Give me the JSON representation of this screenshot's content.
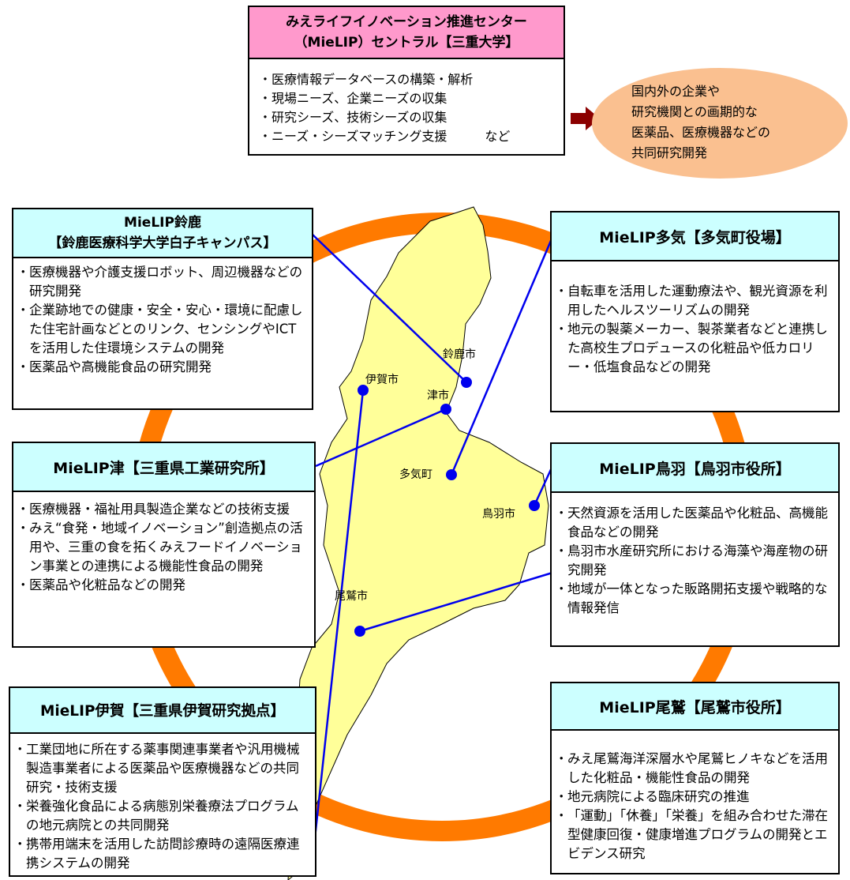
{
  "central": {
    "title_line1": "みえライフイノベーション推進センター",
    "title_line2": "（MieLIP）セントラル【三重大学】",
    "items": [
      "医療情報データベースの構築・解析",
      "現場ニーズ、企業ニーズの収集",
      "研究シーズ、技術シーズの収集",
      "ニーズ・シーズマッチング支援　　　など"
    ]
  },
  "callout": {
    "lines": [
      "国内外の企業や",
      "研究機関との画期的な",
      "医薬品、医療機器などの",
      "共同研究開発"
    ]
  },
  "suzuka": {
    "title_line1": "MieLIP鈴鹿",
    "title_line2": "【鈴鹿医療科学大学白子キャンパス】",
    "items": [
      "医療機器や介護支援ロボット、周辺機器などの研究開発",
      "企業跡地での健康・安全・安心・環境に配慮した住宅計画などとのリンク、センシングやICTを活用した住環境システムの開発",
      "医薬品や高機能食品の研究開発"
    ]
  },
  "taki": {
    "title": "MieLIP多気【多気町役場】",
    "items": [
      "自転車を活用した運動療法や、観光資源を利用したヘルスツーリズムの開発",
      "地元の製薬メーカー、製茶業者などと連携した高校生プロデュースの化粧品や低カロリー・低塩食品などの開発"
    ]
  },
  "tsu": {
    "title": "MieLIP津【三重県工業研究所】",
    "items": [
      "医療機器・福祉用具製造企業などの技術支援",
      "みえ“食発・地域イノベーション”創造拠点の活用や、三重の食を拓くみえフードイノベーション事業との連携による機能性食品の開発",
      "医薬品や化粧品などの開発"
    ]
  },
  "toba": {
    "title": "MieLIP鳥羽【鳥羽市役所】",
    "items": [
      "天然資源を活用した医薬品や化粧品、高機能食品などの開発",
      "鳥羽市水産研究所における海藻や海産物の研究開発",
      "地域が一体となった販路開拓支援や戦略的な情報発信"
    ]
  },
  "iga": {
    "title": "MieLIP伊賀【三重県伊賀研究拠点】",
    "items": [
      "工業団地に所在する薬事関連事業者や汎用機械製造事業者による医薬品や医療機器などの共同研究・技術支援",
      "栄養強化食品による病態別栄養療法プログラムの地元病院との共同開発",
      "携帯用端末を活用した訪問診療時の遠隔医療連携システムの開発"
    ]
  },
  "owase": {
    "title": "MieLIP尾鷲【尾鷲市役所】",
    "items": [
      "みえ尾鷲海洋深層水や尾鷲ヒノキなどを活用した化粧品・機能性食品の開発",
      "地元病院による臨床研究の推進",
      "「運動」「休養」「栄養」を組み合わせた滞在型健康回復・健康増進プログラムの開発とエビデンス研究"
    ]
  },
  "cities": {
    "suzuka": "鈴鹿市",
    "iga": "伊賀市",
    "tsu": "津市",
    "taki": "多気町",
    "toba": "鳥羽市",
    "owase": "尾鷲市"
  },
  "colors": {
    "ring": "#ff7a00",
    "map_fill": "#ffff99",
    "header_cyan": "#ccffff",
    "header_pink": "#ff99cc",
    "callout_fill": "#fac090",
    "arrow": "#8b0000",
    "connector": "#0000ee"
  }
}
